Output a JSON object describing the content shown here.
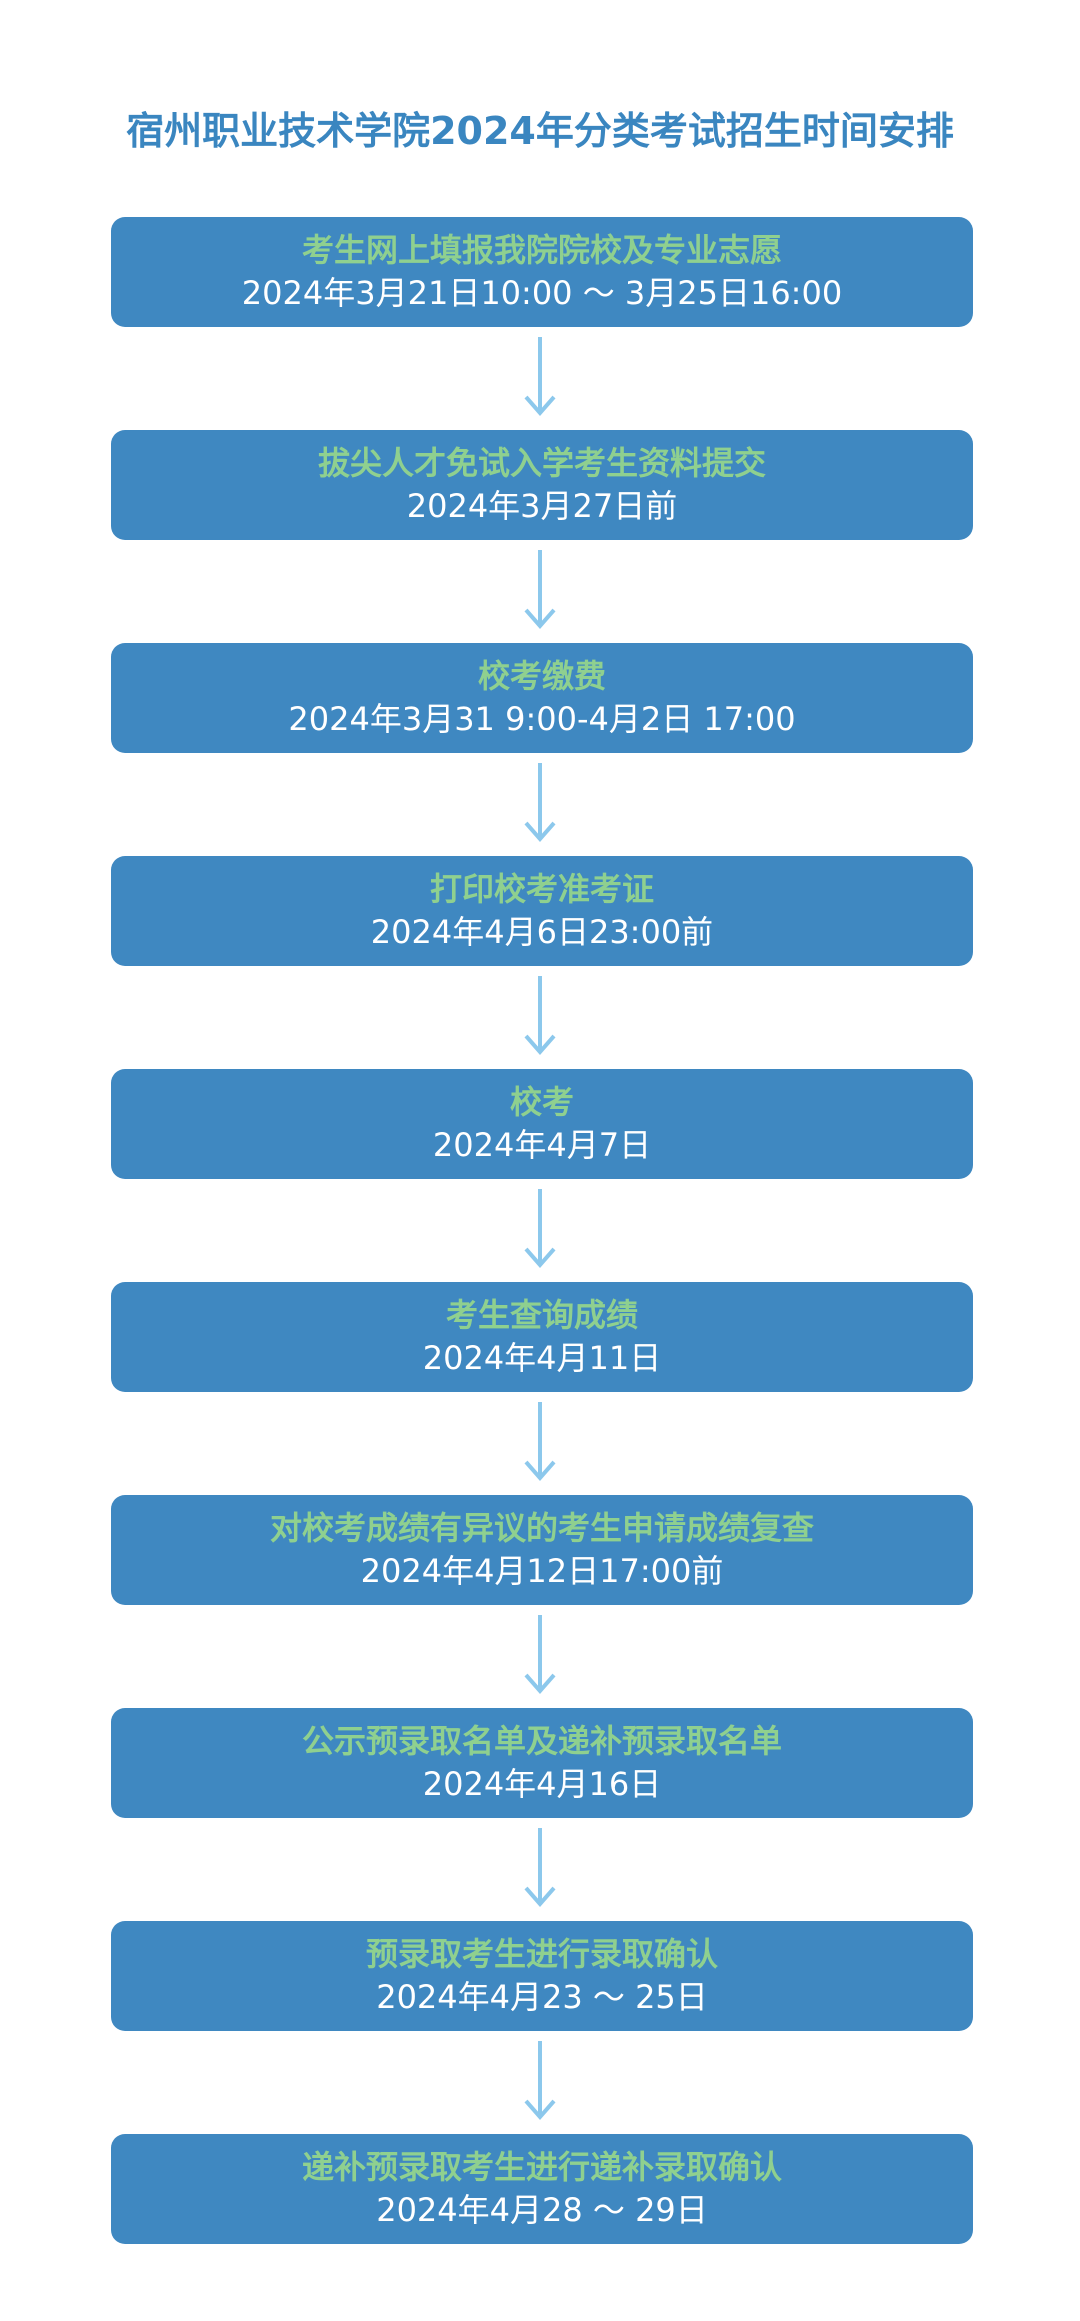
{
  "title": "宿州职业技术学院2024年分类考试招生时间安排",
  "colors": {
    "box": "#3f88c1",
    "step_title": "#8fd08f",
    "date": "#ffffff",
    "arrow": "#8cc8ec",
    "title": "#3a86c0"
  },
  "steps": [
    {
      "title": "考生网上填报我院院校及专业志愿",
      "date": "2024年3月21日10:00 ～ 3月25日16:00"
    },
    {
      "title": "拔尖人才免试入学考生资料提交",
      "date": "2024年3月27日前"
    },
    {
      "title": "校考缴费",
      "date": "2024年3月31 9:00-4月2日 17:00"
    },
    {
      "title": "打印校考准考证",
      "date": "2024年4月6日23:00前"
    },
    {
      "title": "校考",
      "date": "2024年4月7日"
    },
    {
      "title": "考生查询成绩",
      "date": "2024年4月11日"
    },
    {
      "title": "对校考成绩有异议的考生申请成绩复查",
      "date": "2024年4月12日17:00前"
    },
    {
      "title": "公示预录取名单及递补预录取名单",
      "date": "2024年4月16日"
    },
    {
      "title": "预录取考生进行录取确认",
      "date": "2024年4月23 ～ 25日"
    },
    {
      "title": "递补预录取考生进行递补录取确认",
      "date": "2024年4月28 ～ 29日"
    }
  ]
}
